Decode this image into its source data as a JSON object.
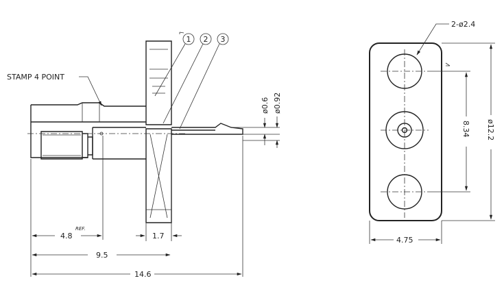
{
  "labels": {
    "stamp": "STAMP 4 POINT",
    "hole_spec": "2-ø2.4",
    "dia_pin": "ø0.6",
    "dia_pin2": "ø0.92",
    "dim_48": "4.8",
    "ref": "REF.",
    "dim_17": "1.7",
    "dim_95": "9.5",
    "dim_146": "14.6",
    "dim_475": "4.75",
    "dim_834": "8.34",
    "dim_122": "ø12.2"
  },
  "balloons": [
    "1",
    "2",
    "3"
  ]
}
